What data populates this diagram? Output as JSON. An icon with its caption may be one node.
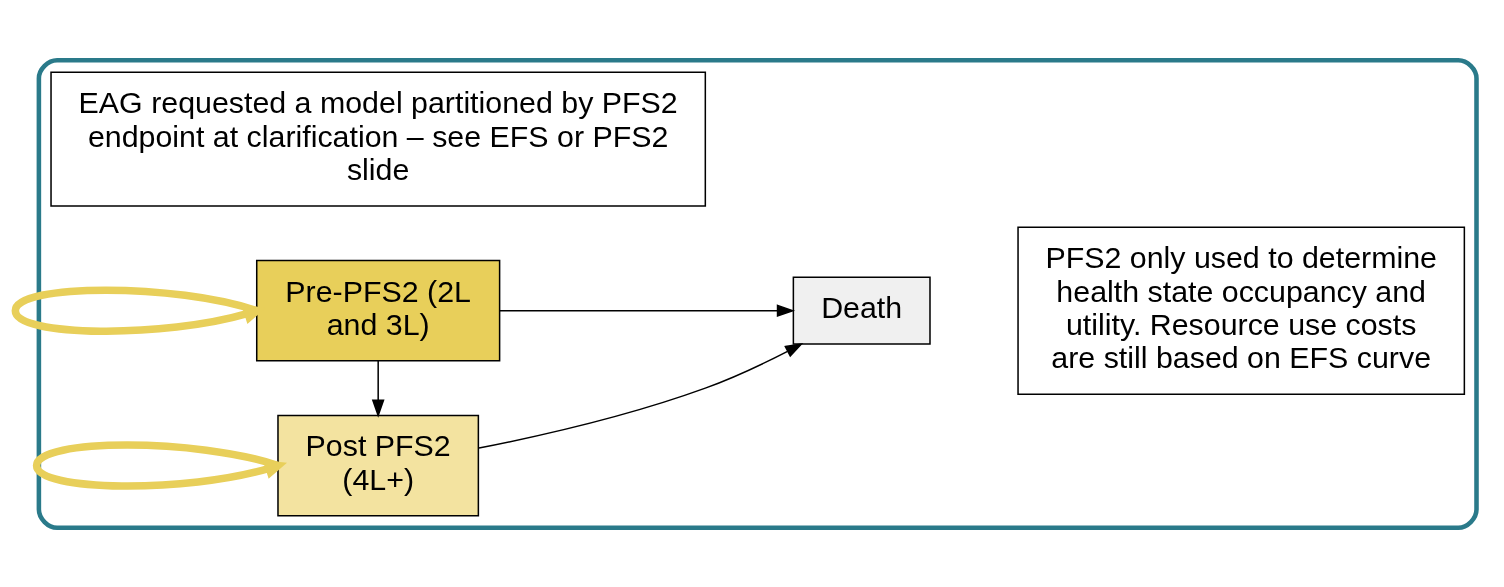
{
  "diagram": {
    "nodes": [
      {
        "text": [],
        "shape": "box"
      },
      {
        "text": [
          "EAG requested a model partitioned by PFS2 endpoint at clarification – see EFS or PFS2 slide"
        ],
        "in": 0
      },
      {
        "text": [
          "Pre-PFS2 (2L and 3L)"
        ],
        "in": 0
      },
      {
        "text": [
          "Post PFS2 (4L+)"
        ],
        "in": 0
      },
      {
        "text": [
          "Death"
        ],
        "in": 0
      },
      {
        "text": [
          "PFS2 only used to determine health state occupancy and utility. Resource use costs are still based on EFS curve"
        ],
        "in": 0
      }
    ],
    "edges": [
      {
        "from": 2,
        "to": 2,
        "arrow": "to",
        "style": "thick",
        "color": "#e8cf5a"
      },
      {
        "from": 3,
        "to": 3,
        "arrow": "to",
        "style": "thick",
        "color": "#e8cf5a"
      },
      {
        "from": 2,
        "to": 3,
        "arrow": "to"
      },
      {
        "from": 2,
        "to": 4,
        "arrow": "to"
      },
      {
        "from": 3,
        "to": 4,
        "arrow": "to"
      }
    ]
  }
}
